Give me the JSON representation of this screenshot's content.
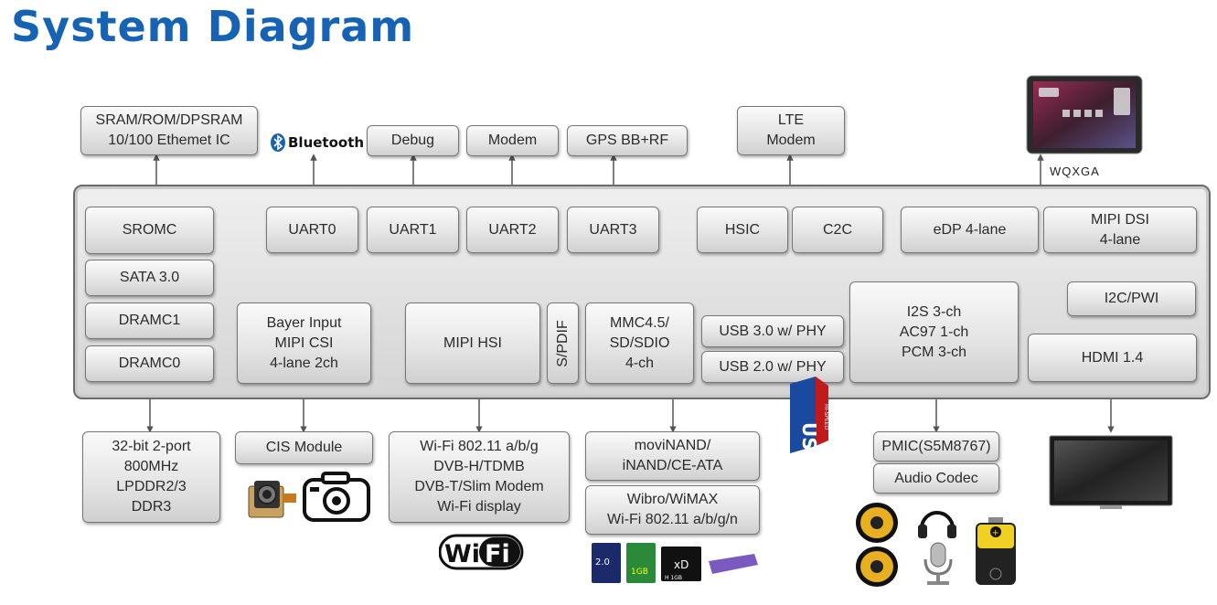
{
  "title": "System Diagram",
  "external_top": {
    "sram": [
      "SRAM/ROM/DPSRAM",
      "10/100 Ethemet IC"
    ],
    "bluetooth": "Bluetooth",
    "debug": "Debug",
    "modem": "Modem",
    "gps": "GPS BB+RF",
    "lte": [
      "LTE",
      "Modem"
    ],
    "display_label": "WQXGA"
  },
  "soc_blocks": {
    "sromc": "SROMC",
    "sata": "SATA 3.0",
    "dramc1": "DRAMC1",
    "dramc0": "DRAMC0",
    "uart0": "UART0",
    "uart1": "UART1",
    "uart2": "UART2",
    "uart3": "UART3",
    "hsic": "HSIC",
    "c2c": "C2C",
    "edp": "eDP 4-lane",
    "mipi_dsi": [
      "MIPI DSI",
      "4-lane"
    ],
    "bayer": [
      "Bayer Input",
      "MIPI CSI",
      "4-lane 2ch"
    ],
    "mipi_hsi": "MIPI HSI",
    "spdif": "S/PDIF",
    "mmc": [
      "MMC4.5/",
      "SD/SDIO",
      "4-ch"
    ],
    "usb3": "USB 3.0 w/ PHY",
    "usb2": "USB 2.0 w/ PHY",
    "i2s": [
      "I2S 3-ch",
      "AC97 1-ch",
      "PCM 3-ch"
    ],
    "i2c": "I2C/PWI",
    "hdmi": "HDMI 1.4"
  },
  "external_bottom": {
    "lpddr": [
      "32-bit 2-port",
      "800MHz",
      "LPDDR2/3",
      "DDR3"
    ],
    "cis": "CIS Module",
    "wifi_box": [
      "Wi-Fi 802.11 a/b/g",
      "DVB-H/TDMB",
      "DVB-T/Slim Modem",
      "Wi-Fi display"
    ],
    "movinand": [
      "moviNAND/",
      "iNAND/CE-ATA"
    ],
    "wibro": [
      "Wibro/WiMAX",
      "Wi-Fi 802.11 a/b/g/n"
    ],
    "pmic": "PMIC(S5M8767)",
    "audio_codec": "Audio Codec",
    "wifi_logo": [
      "Wi",
      "Fi"
    ],
    "usb_logo": "USB",
    "usb_logo_small": "HI-SPEED",
    "sd_card_labels": [
      "2.0",
      "1GB",
      "xD",
      "H 1GB"
    ]
  },
  "colors": {
    "title": "#1663b5",
    "connector": "#555555"
  }
}
